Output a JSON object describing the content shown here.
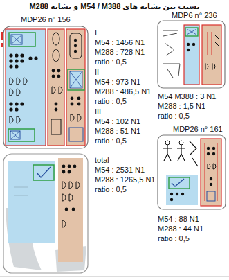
{
  "diagram": {
    "title": "نسبت بین نشانه های M54 / M388 و نشانه M288",
    "labels": [
      "MDP26 n° 156",
      "I",
      "M54 : 1456 N1",
      "M288 : 728 N1",
      "ratio : 0,5",
      "II",
      "M54 : 973 N1",
      "M288 : 486,5 N1",
      "ratio : 0,5",
      "III",
      "M54 : 102 N1",
      "M288 : 51 N1",
      "ratio : 0,5",
      "total",
      "M54 : 2531 N1",
      "M288 : 1265,5 N1",
      "ratio : 0,5",
      "MDP6 n° 236",
      "M54 M388 : 3 N1",
      "M288 : 1,5 N1",
      "ratio : 0,5",
      "MDP26 n° 161",
      "M54 : 88 N1",
      "M288 : 44 N1",
      "ratio : 0,5"
    ]
  }
}
